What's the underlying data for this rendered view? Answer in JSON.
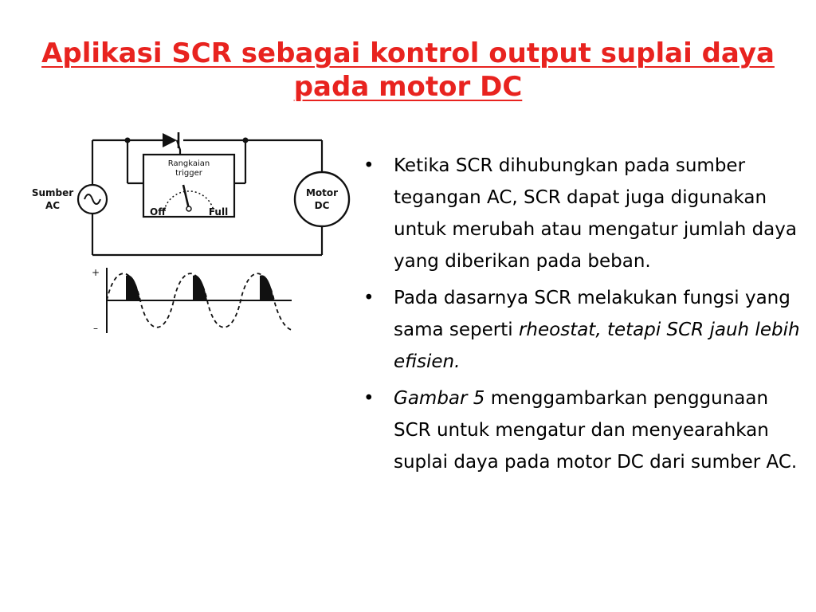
{
  "slide": {
    "title_line1": "Aplikasi SCR sebagai kontrol output suplai daya",
    "title_line2": "pada motor DC"
  },
  "diagram": {
    "source_label_line1": "Sumber",
    "source_label_line2": "AC",
    "trigger_label_line1": "Rangkaian",
    "trigger_label_line2": "trigger",
    "off_label": "Off",
    "full_label": "Full",
    "motor_label_line1": "Motor",
    "motor_label_line2": "DC",
    "plus_label": "+",
    "minus_label": "–"
  },
  "bullets": [
    {
      "text": "Ketika SCR dihubungkan pada sumber tegangan AC, SCR dapat juga digunakan untuk merubah atau mengatur jumlah daya yang diberikan pada beban."
    },
    {
      "text": "Pada dasarnya SCR melakukan fungsi yang sama seperti ",
      "italic": "rheostat, tetapi SCR jauh lebih efisien."
    },
    {
      "italic": "Gambar 5",
      "text": " menggambarkan penggunaan SCR untuk mengatur dan menyearahkan suplai daya pada motor DC dari sumber AC."
    }
  ]
}
